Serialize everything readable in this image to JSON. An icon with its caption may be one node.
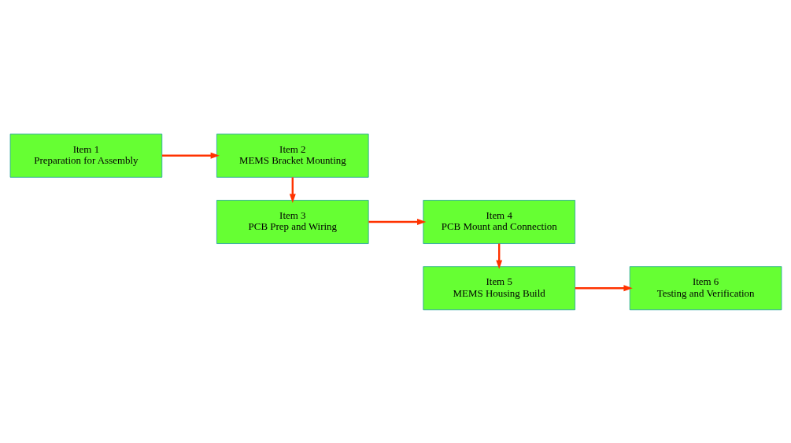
{
  "diagram": {
    "nodes": [
      {
        "text": [
          "Item 1",
          "Preparation for Assembly"
        ]
      },
      {
        "text": [
          "Item 2",
          "MEMS Bracket Mounting"
        ]
      },
      {
        "text": [
          "Item 3",
          "PCB Prep and Wiring"
        ]
      },
      {
        "text": [
          "Item 4",
          "PCB Mount and Connection"
        ]
      },
      {
        "text": [
          "Item 5",
          "MEMS Housing Build"
        ]
      },
      {
        "text": [
          "Item 6",
          "Testing and Verification"
        ]
      }
    ],
    "edges": [
      {
        "from": 0,
        "to": 1,
        "arrow": "to"
      },
      {
        "from": 1,
        "to": 2,
        "arrow": "to"
      },
      {
        "from": 2,
        "to": 3,
        "arrow": "to"
      },
      {
        "from": 3,
        "to": 4,
        "arrow": "to"
      },
      {
        "from": 4,
        "to": 5,
        "arrow": "to"
      }
    ]
  }
}
